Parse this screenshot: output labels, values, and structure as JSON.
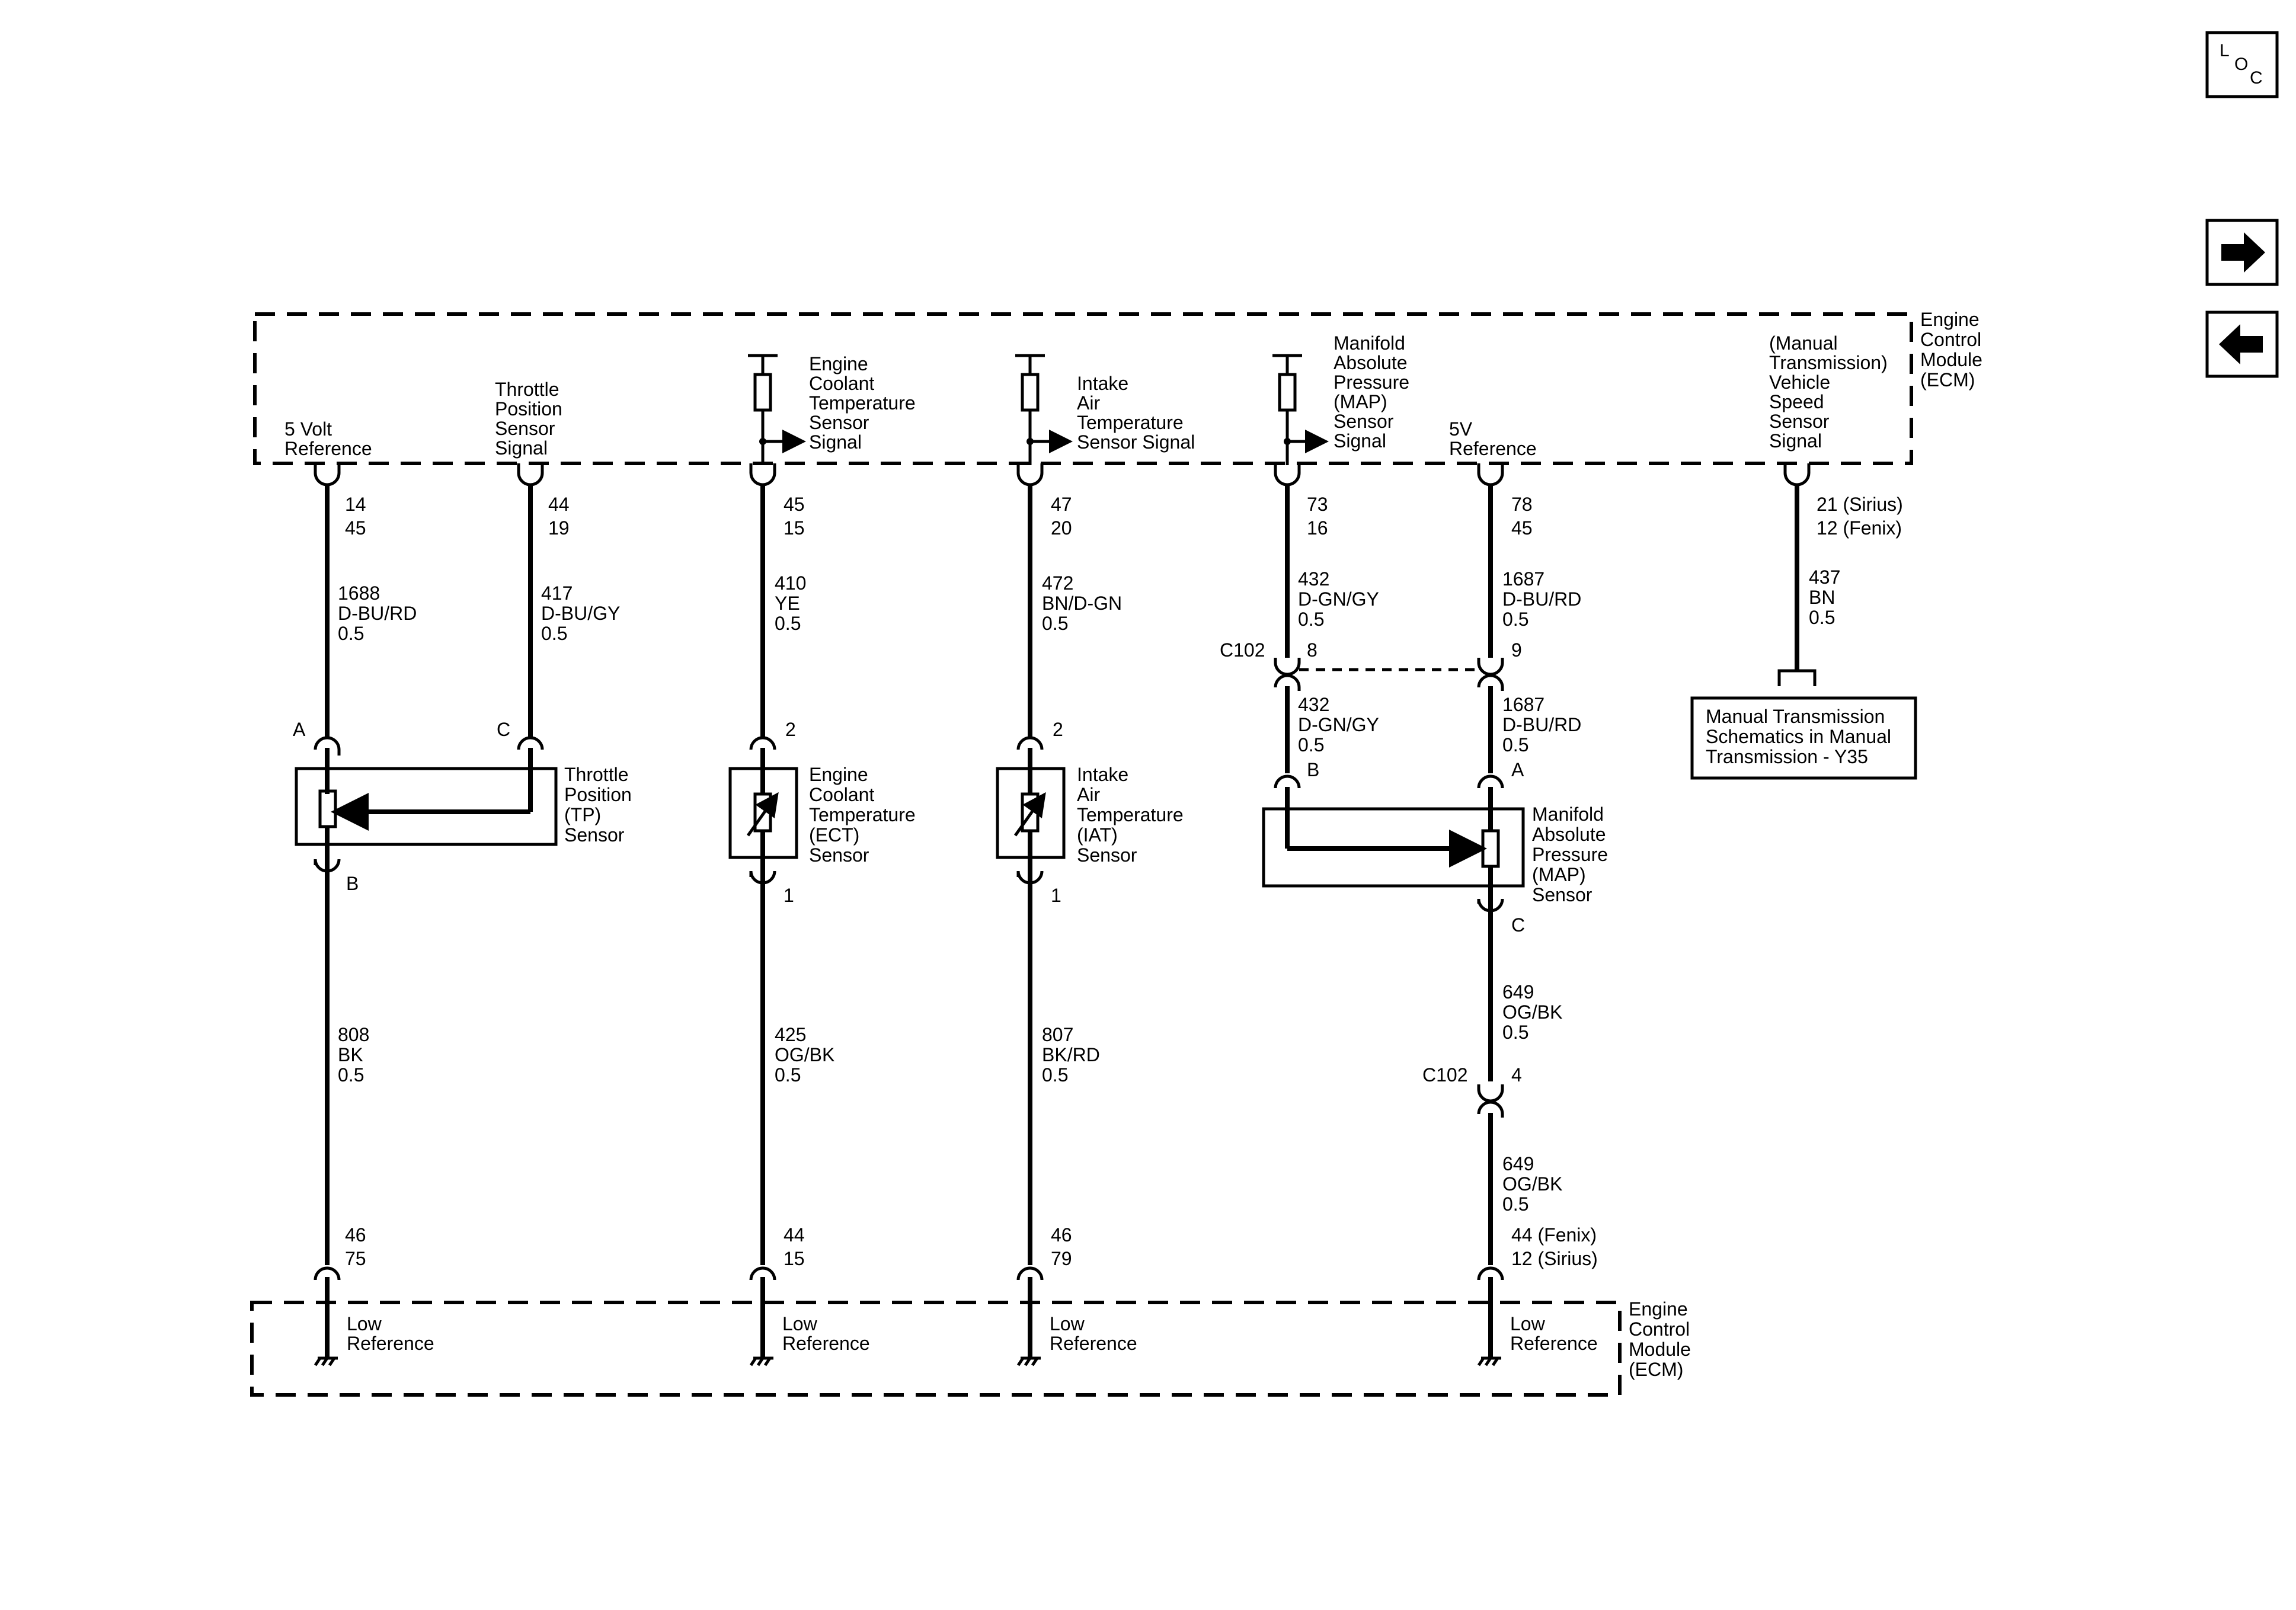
{
  "nav": {
    "loc": [
      "L",
      "O",
      "C"
    ],
    "next_icon": "arrow-right-icon",
    "prev_icon": "arrow-left-icon"
  },
  "ecm_top": [
    "Engine",
    "Control",
    "Module",
    "(ECM)"
  ],
  "ecm_bottom": [
    "Engine",
    "Control",
    "Module",
    "(ECM)"
  ],
  "circuits": [
    {
      "id": "tp",
      "top_label": [
        "5 Volt",
        "Reference"
      ],
      "top_pins": [
        "14",
        "45"
      ],
      "wire": [
        "1688",
        "D-BU/RD",
        "0.5"
      ],
      "sensor_pin": "A",
      "bottom_sensor_pin": "B",
      "bottom_wire": [
        "808",
        "BK",
        "0.5"
      ],
      "bottom_pins": [
        "46",
        "75"
      ],
      "low_ref": [
        "Low",
        "Reference"
      ]
    },
    {
      "id": "tp-signal",
      "top_label": [
        "Throttle",
        "Position",
        "Sensor",
        "Signal"
      ],
      "top_pins": [
        "44",
        "19"
      ],
      "wire": [
        "417",
        "D-BU/GY",
        "0.5"
      ],
      "sensor_pin": "C"
    },
    {
      "id": "ect",
      "top_label": [
        "Engine",
        "Coolant",
        "Temperature",
        "Sensor",
        "Signal"
      ],
      "top_pins": [
        "45",
        "15"
      ],
      "wire": [
        "410",
        "YE",
        "0.5"
      ],
      "sensor_pin": "2",
      "bottom_sensor_pin": "1",
      "bottom_wire": [
        "425",
        "OG/BK",
        "0.5"
      ],
      "bottom_pins": [
        "44",
        "15"
      ],
      "low_ref": [
        "Low",
        "Reference"
      ]
    },
    {
      "id": "iat",
      "top_label": [
        "Intake",
        "Air",
        "Temperature",
        "Sensor Signal"
      ],
      "top_pins": [
        "47",
        "20"
      ],
      "wire": [
        "472",
        "BN/D-GN",
        "0.5"
      ],
      "sensor_pin": "2",
      "bottom_sensor_pin": "1",
      "bottom_wire": [
        "807",
        "BK/RD",
        "0.5"
      ],
      "bottom_pins": [
        "46",
        "79"
      ],
      "low_ref": [
        "Low",
        "Reference"
      ]
    },
    {
      "id": "map-signal",
      "top_label": [
        "Manifold",
        "Absolute",
        "Pressure",
        "(MAP)",
        "Sensor",
        "Signal"
      ],
      "top_pins": [
        "73",
        "16"
      ],
      "wire": [
        "432",
        "D-GN/GY",
        "0.5"
      ],
      "connector": "C102",
      "connector_pin": "8",
      "wire2": [
        "432",
        "D-GN/GY",
        "0.5"
      ],
      "sensor_pin": "B"
    },
    {
      "id": "map",
      "top_label": [
        "5V",
        "Reference"
      ],
      "top_pins": [
        "78",
        "45"
      ],
      "wire": [
        "1687",
        "D-BU/RD",
        "0.5"
      ],
      "connector_pin": "9",
      "wire2": [
        "1687",
        "D-BU/RD",
        "0.5"
      ],
      "sensor_pin": "A",
      "bottom_sensor_pin": "C",
      "bottom_wire": [
        "649",
        "OG/BK",
        "0.5"
      ],
      "connector2": "C102",
      "connector2_pin": "4",
      "bottom_wire2": [
        "649",
        "OG/BK",
        "0.5"
      ],
      "bottom_pins": [
        "44 (Fenix)",
        "12 (Sirius)"
      ],
      "low_ref": [
        "Low",
        "Reference"
      ]
    },
    {
      "id": "vss",
      "top_label": [
        "(Manual",
        "Transmission)",
        "Vehicle",
        "Speed",
        "Sensor",
        "Signal"
      ],
      "top_pins": [
        "21 (Sirius)",
        "12 (Fenix)"
      ],
      "wire": [
        "437",
        "BN",
        "0.5"
      ]
    }
  ],
  "sensors": {
    "tp": [
      "Throttle",
      "Position",
      "(TP)",
      "Sensor"
    ],
    "ect": [
      "Engine",
      "Coolant",
      "Temperature",
      "(ECT)",
      "Sensor"
    ],
    "iat": [
      "Intake",
      "Air",
      "Temperature",
      "(IAT)",
      "Sensor"
    ],
    "map": [
      "Manifold",
      "Absolute",
      "Pressure",
      "(MAP)",
      "Sensor"
    ]
  },
  "reference_box": [
    "Manual Transmission",
    "Schematics in Manual",
    "Transmission - Y35"
  ]
}
